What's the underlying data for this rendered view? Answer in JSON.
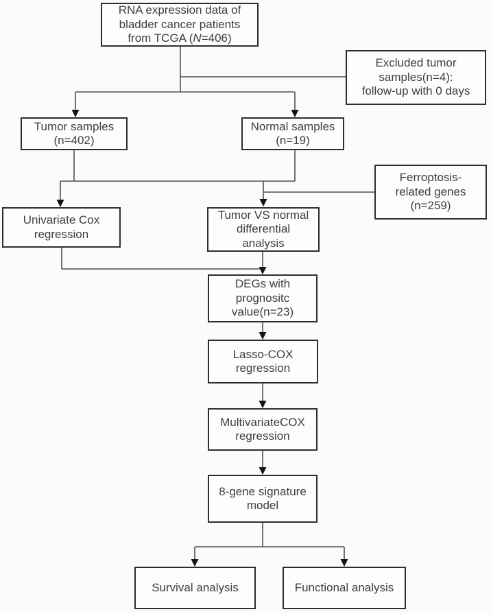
{
  "colors": {
    "background": "#fbfbf9",
    "box_fill": "#fdfdfc",
    "box_border": "#2d2d2d",
    "connector": "#4f4f4f",
    "arrow_fill": "#141414",
    "text": "#3e3e3e"
  },
  "nodes": {
    "tcga": {
      "text_pre": "RNA expression data of\nbladder cancer patients\nfrom TCGA (",
      "text_italic": "N",
      "text_post": "=406)"
    },
    "excluded": {
      "text": "Excluded tumor\nsamples(n=4):\nfollow-up with 0 days"
    },
    "tumor_samples": {
      "text": "Tumor samples\n(n=402)"
    },
    "normal_samples": {
      "text": "Normal samples\n(n=19)"
    },
    "ferroptosis": {
      "text": "Ferroptosis-\nrelated genes\n(n=259)"
    },
    "univariate_cox": {
      "text": "Univariate Cox\nregression"
    },
    "tumor_vs_normal": {
      "text": "Tumor VS normal\ndifferential\nanalysis"
    },
    "degs": {
      "text": "DEGs with\nprognositc\nvalue(n=23)"
    },
    "lasso_cox": {
      "text": "Lasso-COX\nregression"
    },
    "multivariate_cox": {
      "text": "MultivariateCOX\nregression"
    },
    "gene_signature": {
      "text": "8-gene signature\nmodel"
    },
    "survival_analysis": {
      "text": "Survival analysis"
    },
    "functional_analysis": {
      "text": "Functional analysis"
    }
  }
}
